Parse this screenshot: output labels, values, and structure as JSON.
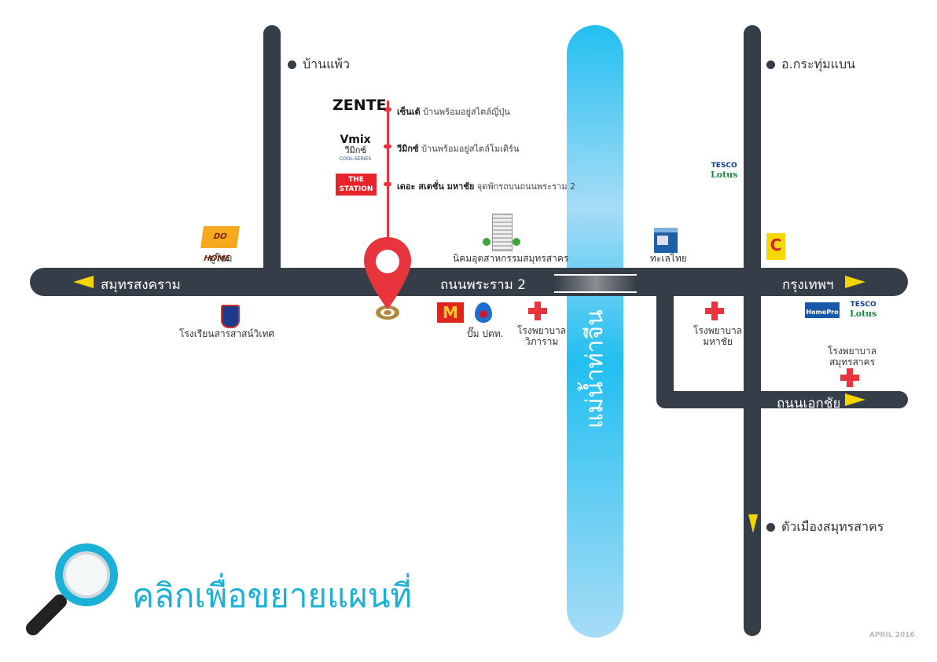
{
  "roads": {
    "main": "ถนนพระราม 2",
    "west": "สมุทรสงคราม",
    "east": "กรุงเทพฯ",
    "ekachai": "ถนนเอกชัย"
  },
  "river": "แม่น้ำท่าจีน",
  "places": {
    "ban_phaeo": "บ้านแพ้ว",
    "krathum_baen": "อ.กระทุ่มแบน",
    "city": "ตัวเมืองสมุทรสาคร",
    "do_home": "ดูโฮม",
    "school": "โรงเรียนสารสาสน์วิเทศ",
    "industrial": "นิคมอุตสาหกรรมสมุทรสาคร",
    "ptt": "ปั๊ม ปตท.",
    "hosp_vichaiyuth": [
      "โรงพยาบาล",
      "วิภาราม"
    ],
    "thale_thai": "ทะเลไทย",
    "hosp_mahachai": [
      "โรงพยาบาล",
      "มหาชัย"
    ],
    "hosp_samut": [
      "โรงพยาบาล",
      "สมุทรสาคร"
    ]
  },
  "projects": [
    {
      "logo": "ZENTE",
      "name": "เซ็นเต้",
      "desc": "บ้านพร้อมอยู่สไตล์ญี่ปุ่น"
    },
    {
      "logo": "Vmix",
      "logo_th": "วีมิกซ์",
      "logo_sub": "COOL-SERIES",
      "name": "วีมิกซ์",
      "desc": "บ้านพร้อมอยู่สไตล์โมเดิร์น"
    },
    {
      "logo": "THE STATION",
      "name": "เดอะ สเตชั่น มหาชัย",
      "desc": "จุดพักรถบนถนนพระราม 2"
    }
  ],
  "brands": {
    "tesco": "TESCO",
    "lotus": "Lotus",
    "homepro": "HomePro",
    "dohome": "DO HOME",
    "mcd": "M",
    "bigc": "C"
  },
  "cta": "คลิกเพื่อขยายแผนที่",
  "date": "APRIL 2016",
  "colors": {
    "road": "#343d48",
    "accent": "#e8343c",
    "cta": "#1ab0d8",
    "arrow": "#f2d400"
  }
}
